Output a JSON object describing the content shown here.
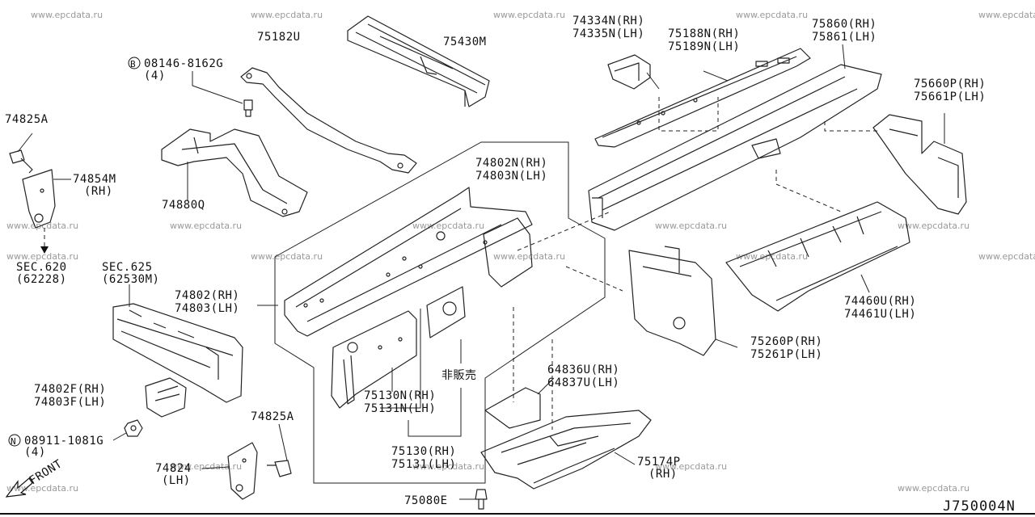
{
  "watermark": "www.epcdata.ru",
  "diagram_code": "J750004N",
  "front_label": "FRONT",
  "labels": {
    "p75182U": "75182U",
    "p75430M": "75430M",
    "p08146": "08146-8162G",
    "p08146_qty": "(4)",
    "p74825A_top": "74825A",
    "p74854M": "74854M",
    "p74854M_side": "(RH)",
    "p74880Q": "74880Q",
    "sec620": "SEC.620",
    "sec620_ref": "(62228)",
    "sec625": "SEC.625",
    "sec625_ref": "(62530M)",
    "p74802": "74802(RH)",
    "p74803": "74803(LH)",
    "p74802F": "74802F(RH)",
    "p74803F": "74803F(LH)",
    "p08911": "08911-1081G",
    "p08911_qty": "(4)",
    "p74825A_bot": "74825A",
    "p74824": "74824",
    "p74824_side": "(LH)",
    "p74802N": "74802N(RH)",
    "p74803N": "74803N(LH)",
    "p75130N": "75130N(RH)",
    "p75131N": "75131N(LH)",
    "p75130": "75130(RH)",
    "p75131": "75131(LH)",
    "not_for_sale": "非販売",
    "p64836U": "64836U(RH)",
    "p64837U": "64837U(LH)",
    "p75174P": "75174P",
    "p75174P_side": "(RH)",
    "p75080E": "75080E",
    "p74334N": "74334N(RH)",
    "p74335N": "74335N(LH)",
    "p75188N": "75188N(RH)",
    "p75189N": "75189N(LH)",
    "p75860": "75860(RH)",
    "p75861": "75861(LH)",
    "p75660P": "75660P(RH)",
    "p75661P": "75661P(LH)",
    "p74460U": "74460U(RH)",
    "p74461U": "74461U(LH)",
    "p75260P": "75260P(RH)",
    "p75261P": "75261P(LH)"
  },
  "symbols": {
    "bolt_prefix_B": "B",
    "bolt_prefix_N": "N"
  }
}
